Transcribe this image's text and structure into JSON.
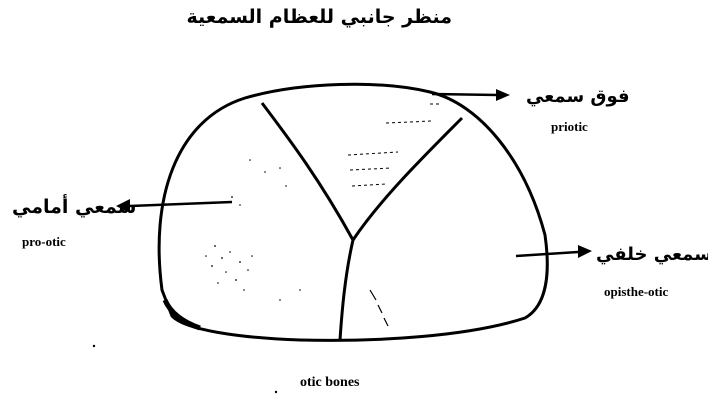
{
  "title": "منظر جانبي للعظام السمعية",
  "labels": {
    "prootic_ar": "سمعي أمامي",
    "prootic_en": "pro-otic",
    "prootic_ar_label": "سمعي أمامي",
    "prootic_en_label": "pro-otic",
    "prootic": {
      "ar": "سمعي أمامي",
      "en": "pro-otic"
    },
    "priotic": {
      "ar": "فوق سمعي",
      "en": "priotic"
    },
    "opisthotic": {
      "ar": "سمعي خلفي",
      "en": "opisthe-otic"
    }
  },
  "caption": "otic bones"
}
